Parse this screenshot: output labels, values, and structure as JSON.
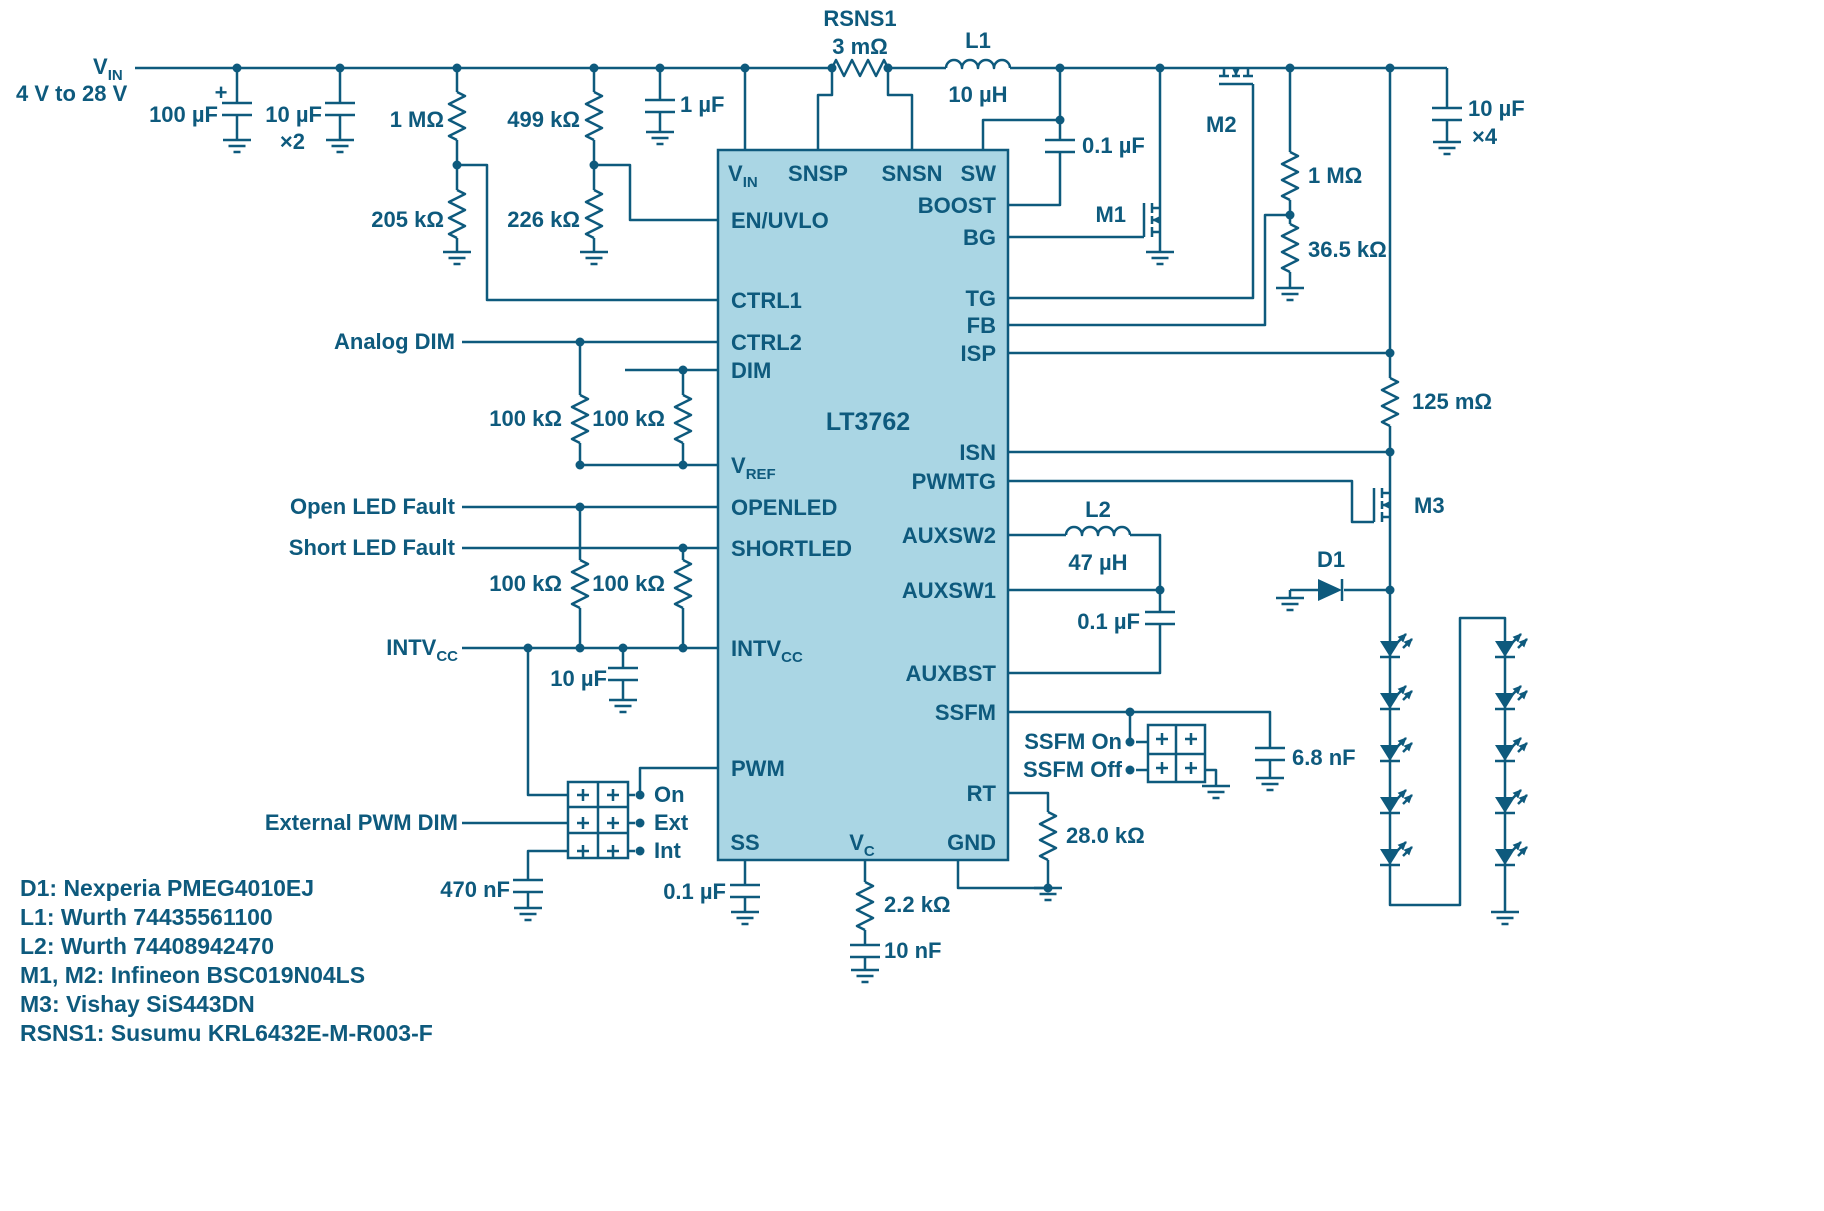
{
  "colors": {
    "line": "#0e5a7d",
    "ic_fill": "#aad6e4"
  },
  "source": {
    "v": "V",
    "sub": "IN",
    "range": "4 V to 28 V"
  },
  "ic": {
    "part": "LT3762",
    "pins": {
      "vin": {
        "b": "V",
        "s": "IN"
      },
      "snsp": "SNSP",
      "snsn": "SNSN",
      "sw": "SW",
      "en_uvlo": "EN/UVLO",
      "ctrl1": "CTRL1",
      "ctrl2": "CTRL2",
      "dim": "DIM",
      "vref": {
        "b": "V",
        "s": "REF"
      },
      "openled": "OPENLED",
      "shortled": "SHORTLED",
      "intvcc": {
        "b": "INTV",
        "s": "CC"
      },
      "pwm": "PWM",
      "ss": "SS",
      "vc": {
        "b": "V",
        "s": "C"
      },
      "gnd_bottom": "GND",
      "boost": "BOOST",
      "bg": "BG",
      "tg": "TG",
      "fb": "FB",
      "isp": "ISP",
      "isn": "ISN",
      "pwmtg": "PWMTG",
      "auxsw2": "AUXSW2",
      "auxsw1": "AUXSW1",
      "auxbst": "AUXBST",
      "ssfm": "SSFM",
      "rt": "RT"
    }
  },
  "components": {
    "c_bulk": "100 µF",
    "c_bulk_polarity": "+",
    "c_in": "10 µF",
    "c_in_mult": "×2",
    "r_uvlo_top": "1 MΩ",
    "r_uvlo_bot": "205 kΩ",
    "r_en_top": "499 kΩ",
    "r_en_bot": "226 kΩ",
    "c_vin": "1 µF",
    "rsns1": "RSNS1",
    "rsns1_val": "3 mΩ",
    "l1": "L1",
    "l1_val": "10 µH",
    "c_boost": "0.1 µF",
    "m1": "M1",
    "m2": "M2",
    "m3": "M3",
    "r_fb_top": "1 MΩ",
    "r_fb_bot": "36.5 kΩ",
    "c_out": "10 µF",
    "c_out_mult": "×4",
    "r_led_sense": "125 mΩ",
    "d1": "D1",
    "r_dim_a": "100 kΩ",
    "r_dim_b": "100 kΩ",
    "r_fault_a": "100 kΩ",
    "r_fault_b": "100 kΩ",
    "c_intvcc": "10 µF",
    "c_pwm": "470 nF",
    "c_ss": "0.1 µF",
    "r_vc": "2.2 kΩ",
    "c_vc": "10 nF",
    "l2": "L2",
    "l2_val": "47 µH",
    "c_auxbst": "0.1 µF",
    "c_ssfm": "6.8 nF",
    "r_rt": "28.0 kΩ"
  },
  "nets": {
    "analog_dim": "Analog DIM",
    "open_led_fault": "Open LED Fault",
    "short_led_fault": "Short LED Fault",
    "intvcc": {
      "b": "INTV",
      "s": "CC"
    },
    "external_pwm_dim": "External PWM DIM",
    "pwm_pos_on": "On",
    "pwm_pos_ext": "Ext",
    "pwm_pos_int": "Int",
    "ssfm_on": "SSFM On",
    "ssfm_off": "SSFM Off"
  },
  "notes": [
    "D1: Nexperia PMEG4010EJ",
    "L1: Wurth 74435561100",
    "L2: Wurth 74408942470",
    "M1, M2: Infineon BSC019N04LS",
    "M3: Vishay SiS443DN",
    "RSNS1: Susumu KRL6432E-M-R003-F"
  ]
}
